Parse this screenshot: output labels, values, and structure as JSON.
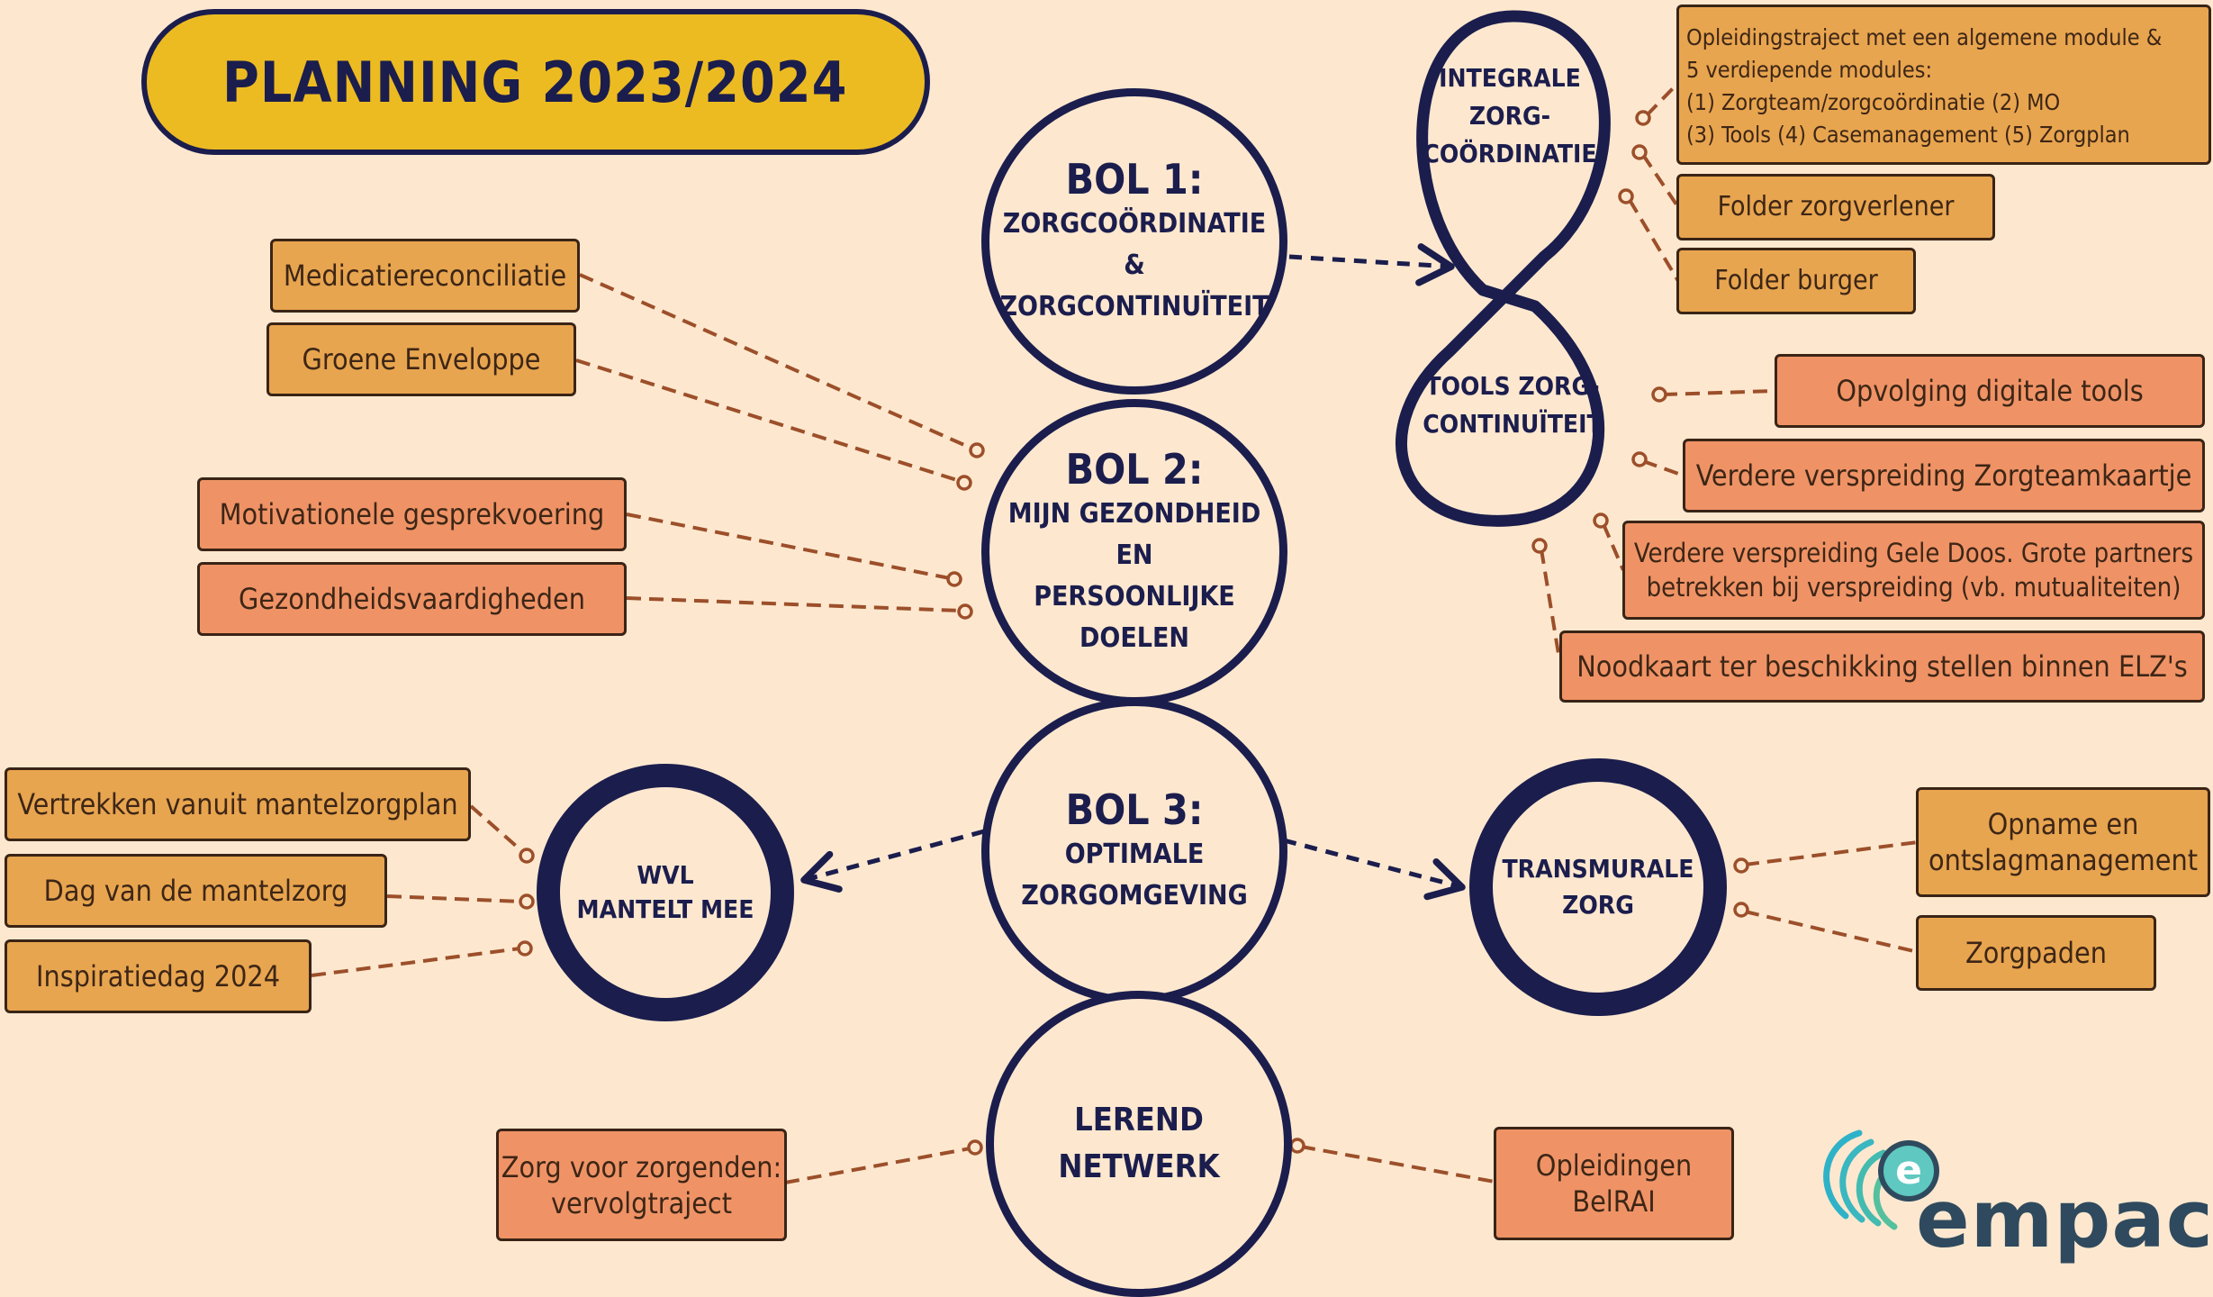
{
  "title": "PLANNING 2023/2024",
  "colors": {
    "background": "#fde8cf",
    "navy": "#1b1d4d",
    "title_fill": "#ecbb21",
    "box_orange": "#e8a54f",
    "box_salmon": "#ef9366",
    "connector": "#9c4f2a"
  },
  "bol1": {
    "heading": "BOL 1:",
    "line1": "ZORGCOÖRDINATIE",
    "line2": "&",
    "line3": "ZORGCONTINUÏTEIT"
  },
  "bol2": {
    "heading": "BOL 2:",
    "line1": "MIJN GEZONDHEID EN",
    "line2": "PERSOONLIJKE",
    "line3": "DOELEN"
  },
  "bol3": {
    "heading": "BOL 3:",
    "line1": "OPTIMALE",
    "line2": "ZORGOMGEVING"
  },
  "lerend": {
    "line1": "LEREND",
    "line2": "NETWERK"
  },
  "infinity": {
    "top_line1": "INTEGRALE",
    "top_line2": "ZORG-",
    "top_line3": "COÖRDINATIE",
    "bottom_line1": "TOOLS ZORG-",
    "bottom_line2": "CONTINUÏTEIT"
  },
  "wvl": {
    "line1": "WVL",
    "line2": "MANTELT MEE"
  },
  "transmurale": {
    "line1": "TRANSMURALE",
    "line2": "ZORG"
  },
  "boxes": {
    "opleidingstraject": {
      "line1": "Opleidingstraject met een algemene module &",
      "line2": "5 verdiepende modules:",
      "line3": "(1) Zorgteam/zorgcoördinatie   (2) MO",
      "line4": "(3) Tools  (4) Casemanagement  (5) Zorgplan"
    },
    "folder_zorgverlener": "Folder zorgverlener",
    "folder_burger": "Folder burger",
    "opvolging": "Opvolging digitale tools",
    "zorgteamkaartje": "Verdere verspreiding Zorgteamkaartje",
    "gele_doos": {
      "line1": "Verdere verspreiding Gele Doos. Grote partners",
      "line2": "betrekken bij verspreiding (vb. mutualiteiten)"
    },
    "noodkaart": "Noodkaart ter beschikking stellen binnen ELZ's",
    "medicatie": "Medicatiereconciliatie",
    "groene": "Groene Enveloppe",
    "motivationele": "Motivationele gesprekvoering",
    "gezondheidsvaardigheden": "Gezondheidsvaardigheden",
    "vertrekken": "Vertrekken vanuit mantelzorgplan",
    "dag": "Dag van de mantelzorg",
    "inspiratiedag": "Inspiratiedag 2024",
    "opname": {
      "line1": "Opname en",
      "line2": "ontslagmanagement"
    },
    "zorgpaden": "Zorgpaden",
    "zorg_voor_zorgenden": {
      "line1": "Zorg voor zorgenden:",
      "line2": "vervolgtraject"
    },
    "opleidingen": {
      "line1": "Opleidingen",
      "line2": "BelRAI"
    }
  },
  "logo": {
    "text": "empact",
    "glyph": "e"
  }
}
